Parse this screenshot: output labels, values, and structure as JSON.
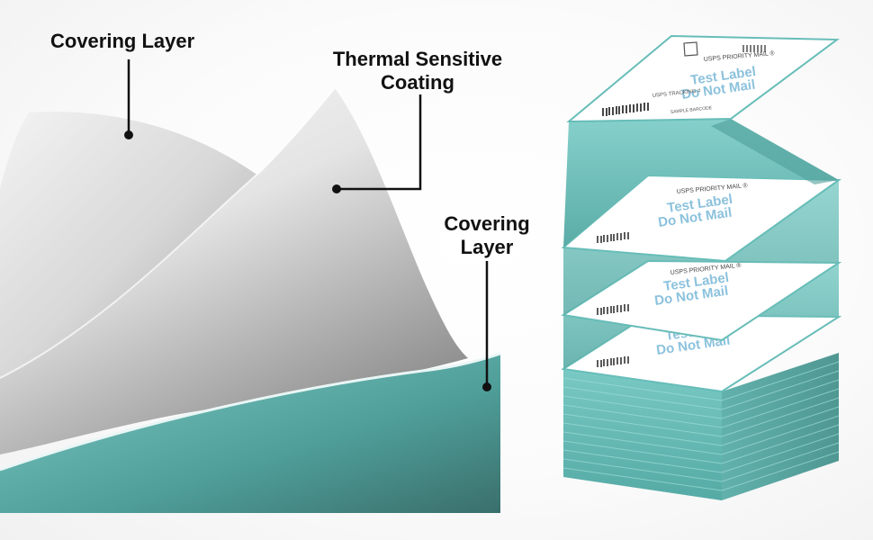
{
  "callouts": {
    "covering_top": {
      "label": "Covering Layer"
    },
    "thermal": {
      "line1": "Thermal Sensitive",
      "line2": "Coating"
    },
    "covering_bottom": {
      "line1": "Covering",
      "line2": "Layer"
    }
  },
  "labels": {
    "top": {
      "service": "USPS PRIORITY MAIL ®",
      "test_line1": "Test Label",
      "test_line2": "Do Not Mail",
      "tracking": "USPS TRACKING #",
      "footer": "SAMPLE BARCODE"
    },
    "mid": {
      "service": "USPS PRIORITY MAIL ®",
      "test_line1": "Test Label",
      "test_line2": "Do Not Mail"
    },
    "low": {
      "service": "USPS PRIORITY MAIL ®",
      "test_line1": "Test Label",
      "test_line2": "Do Not Mail"
    },
    "base": {
      "test_line1": "Test Label",
      "test_line2": "Do Not Mail"
    }
  },
  "colors": {
    "teal": "#5fb7b2",
    "teal_dark": "#3f7d79",
    "label_text_blue": "#7fb8d8",
    "callout_text": "#111111"
  }
}
